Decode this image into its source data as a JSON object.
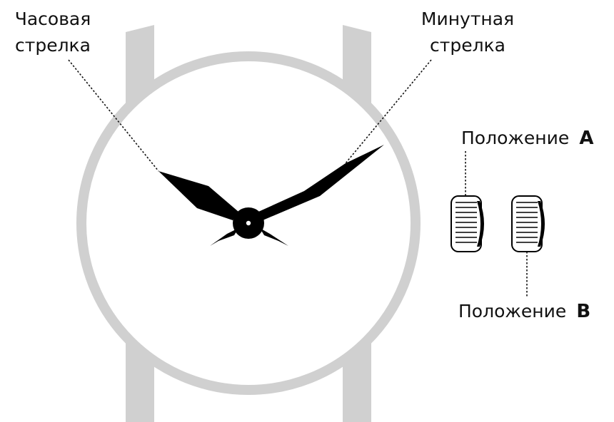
{
  "labels": {
    "hour_hand_line1": "Часовая",
    "hour_hand_line2": "стрелка",
    "minute_hand_line1": "Минутная",
    "minute_hand_line2": "стрелка",
    "position_a_word": "Положение",
    "position_a_letter": "A",
    "position_b_word": "Положение",
    "position_b_letter": "B"
  },
  "colors": {
    "case_gray": "#d0d0d0",
    "hands": "#000000",
    "text": "#111111"
  }
}
